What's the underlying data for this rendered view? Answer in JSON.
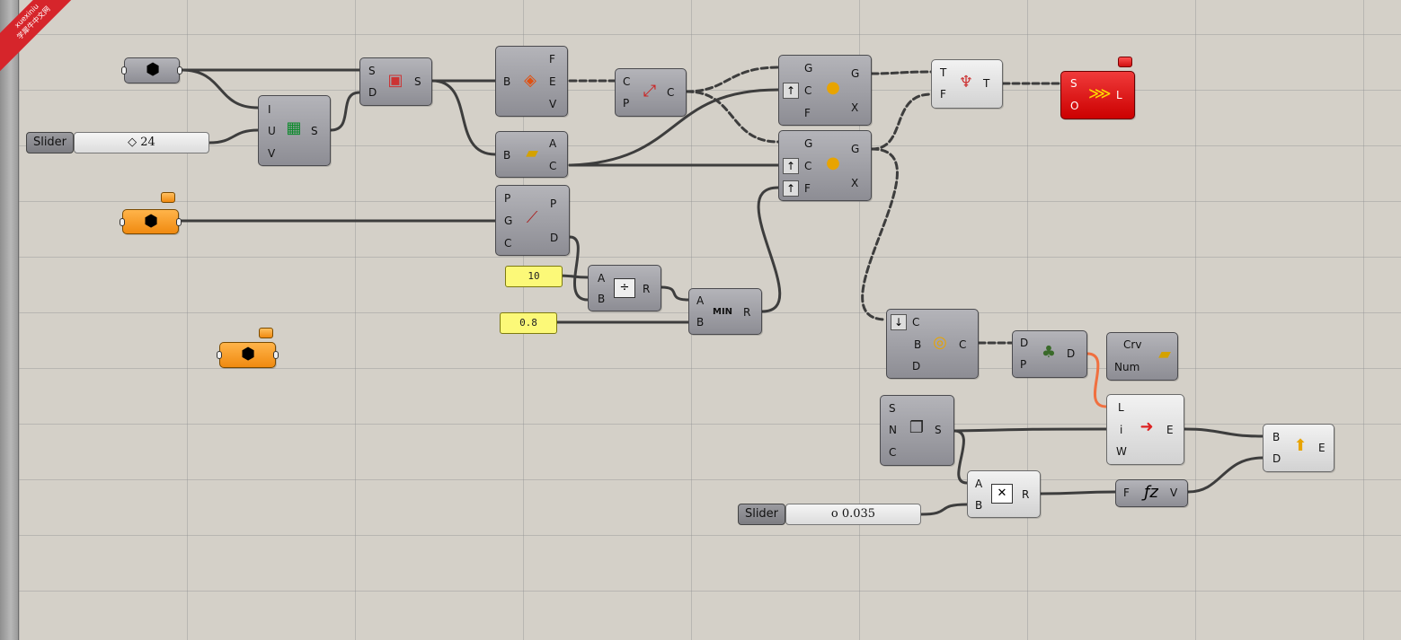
{
  "watermark": {
    "line1": "xuexiniu",
    "line2": "学犀牛中文网"
  },
  "sliders": [
    {
      "label": "Slider",
      "value": "◇ 24"
    },
    {
      "label": "Slider",
      "value": "o 0.035"
    }
  ],
  "panels": [
    {
      "value": "10"
    },
    {
      "value": "0.8"
    }
  ],
  "components": {
    "srf_param": {
      "icon": "surface-param-icon"
    },
    "divide_domain": {
      "inputs": [
        "I",
        "U",
        "V"
      ],
      "outputs": [
        "S"
      ],
      "icon": "divide-domain-icon"
    },
    "isotrim": {
      "inputs": [
        "S",
        "D"
      ],
      "outputs": [
        "S"
      ],
      "icon": "isotrim-icon"
    },
    "brep_edges": {
      "inputs": [
        "B"
      ],
      "outputs": [
        "F",
        "E",
        "V"
      ],
      "icon": "brep-edges-icon"
    },
    "area_old": {
      "inputs": [
        "B"
      ],
      "outputs": [
        "A",
        "C"
      ],
      "icon": "area-old-icon"
    },
    "curve_param": {
      "icon": "curve-param-icon"
    },
    "curve_closest": {
      "inputs": [
        "P",
        "G",
        "C"
      ],
      "outputs": [
        "P",
        "D"
      ],
      "icon": "pull-point-icon"
    },
    "point_on_crv": {
      "inputs": [
        "C",
        "P"
      ],
      "outputs": [
        "C"
      ],
      "icon": "point-curve-icon"
    },
    "scale_top": {
      "inputs": [
        "G",
        "C",
        "F"
      ],
      "outputs": [
        "G",
        "X"
      ],
      "icon": "scale-icon"
    },
    "scale_bottom": {
      "inputs": [
        "G",
        "C",
        "F"
      ],
      "outputs": [
        "G",
        "X"
      ],
      "icon": "scale-icon"
    },
    "division": {
      "inputs": [
        "A",
        "B"
      ],
      "outputs": [
        "R"
      ],
      "icon": "division-icon"
    },
    "minimum": {
      "inputs": [
        "A",
        "B"
      ],
      "outputs": [
        "R"
      ],
      "icon_text": "MIN"
    },
    "tree_branch": {
      "inputs": [
        "T",
        "F"
      ],
      "outputs": [
        "T"
      ],
      "icon": "tree-icon"
    },
    "error_comp": {
      "inputs": [
        "S",
        "O"
      ],
      "outputs": [
        "L"
      ],
      "icon": "error-loft-icon"
    },
    "srf_param2": {
      "icon": "surface-param-icon"
    },
    "cap": {
      "inputs": [
        "C",
        "B",
        "D"
      ],
      "outputs": [
        "C"
      ],
      "icon": "cap-icon"
    },
    "deconstruct": {
      "inputs": [
        "D",
        "P"
      ],
      "outputs": [
        "D"
      ],
      "icon": "stump-icon"
    },
    "crv_num_old": {
      "inputs": [
        "Crv",
        "Num"
      ],
      "icon": "old-ruler-icon"
    },
    "series": {
      "inputs": [
        "S",
        "N",
        "C"
      ],
      "outputs": [
        "S"
      ],
      "icon": "series-icon"
    },
    "list_item": {
      "inputs": [
        "L",
        "i",
        "W"
      ],
      "outputs": [
        "E"
      ],
      "icon": "list-item-icon"
    },
    "multiply": {
      "inputs": [
        "A",
        "B"
      ],
      "outputs": [
        "R"
      ],
      "icon": "multiply-icon"
    },
    "expression": {
      "inputs": [
        "F"
      ],
      "outputs": [
        "V"
      ],
      "icon": "expression-icon"
    },
    "extrude": {
      "inputs": [
        "B",
        "D"
      ],
      "outputs": [
        "E"
      ],
      "icon": "extrude-icon"
    }
  }
}
